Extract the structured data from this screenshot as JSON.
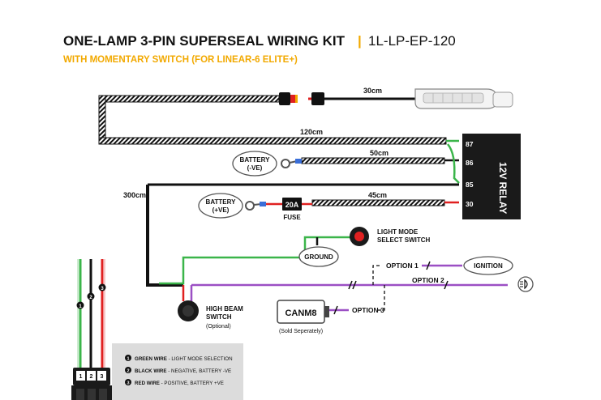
{
  "header": {
    "title": "ONE-LAMP 3-PIN SUPERSEAL WIRING KIT",
    "divider": "|",
    "part_number": "1L-LP-EP-120",
    "subtitle": "WITH MOMENTARY SWITCH (FOR LINEAR-6 ELITE+)"
  },
  "colors": {
    "title": "#111111",
    "subtitle": "#f2a900",
    "divider": "#f2a900",
    "wire_black": "#111111",
    "wire_green": "#3bb54a",
    "wire_red": "#e02020",
    "wire_purple": "#9b4fc4",
    "legend_bg": "#dcdcdc"
  },
  "wire_labels": {
    "lamp_lead": "30cm",
    "relay_lead": "120cm",
    "neg_lead": "50cm",
    "pos_lead": "45cm",
    "harness": "300cm"
  },
  "relay": {
    "label": "12V RELAY",
    "pins": [
      "87",
      "86",
      "85",
      "30"
    ]
  },
  "components": {
    "battery_neg": "BATTERY\n(-VE)",
    "battery_neg_line1": "BATTERY",
    "battery_neg_line2": "(-VE)",
    "battery_pos_line1": "BATTERY",
    "battery_pos_line2": "(+VE)",
    "fuse_value": "20A",
    "fuse_label": "FUSE",
    "ground": "GROUND",
    "light_mode_line1": "LIGHT MODE",
    "light_mode_line2": "SELECT SWITCH",
    "high_beam_line1": "HIGH BEAM",
    "high_beam_line2": "SWITCH",
    "high_beam_note": "(Optional)",
    "ignition": "IGNITION",
    "canm8": "CANM8",
    "canm8_note": "(Sold Seperately)"
  },
  "options": {
    "option1": "OPTION 1",
    "option2": "OPTION 2",
    "option3": "OPTION 3"
  },
  "legend": {
    "items": [
      {
        "num": "1",
        "bold": "GREEN WIRE",
        "text": " - LIGHT MODE SELECTION"
      },
      {
        "num": "2",
        "bold": "BLACK WIRE",
        "text": " - NEGATIVE, BATTERY -VE"
      },
      {
        "num": "3",
        "bold": "RED WIRE",
        "text": " - POSITIVE, BATTERY +VE"
      }
    ],
    "connector_pins": [
      "1",
      "2",
      "3"
    ]
  }
}
